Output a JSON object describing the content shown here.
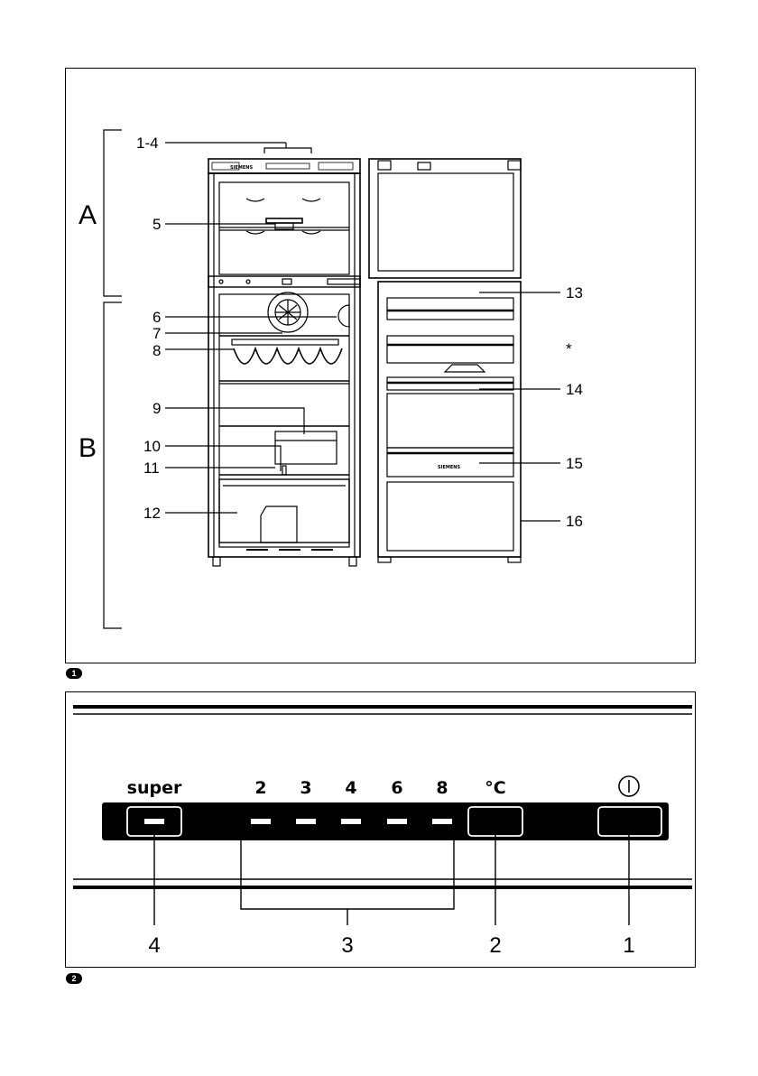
{
  "figure1": {
    "badge": "1",
    "sections": {
      "a": "A",
      "b": "B"
    },
    "labels": {
      "l1_4": "1-4",
      "l5": "5",
      "l6": "6",
      "l7": "7",
      "l8": "8",
      "l9": "9",
      "l10": "10",
      "l11": "11",
      "l12": "12",
      "l13": "13",
      "star": "*",
      "l14": "14",
      "l15": "15",
      "l16": "16"
    },
    "brand": "SIEMENS"
  },
  "figure2": {
    "badge": "2",
    "super_label": "super",
    "temperatures": [
      "2",
      "3",
      "4",
      "6",
      "8"
    ],
    "unit_label": "°C",
    "callouts": {
      "c4": "4",
      "c3": "3",
      "c2": "2",
      "c1": "1"
    }
  }
}
